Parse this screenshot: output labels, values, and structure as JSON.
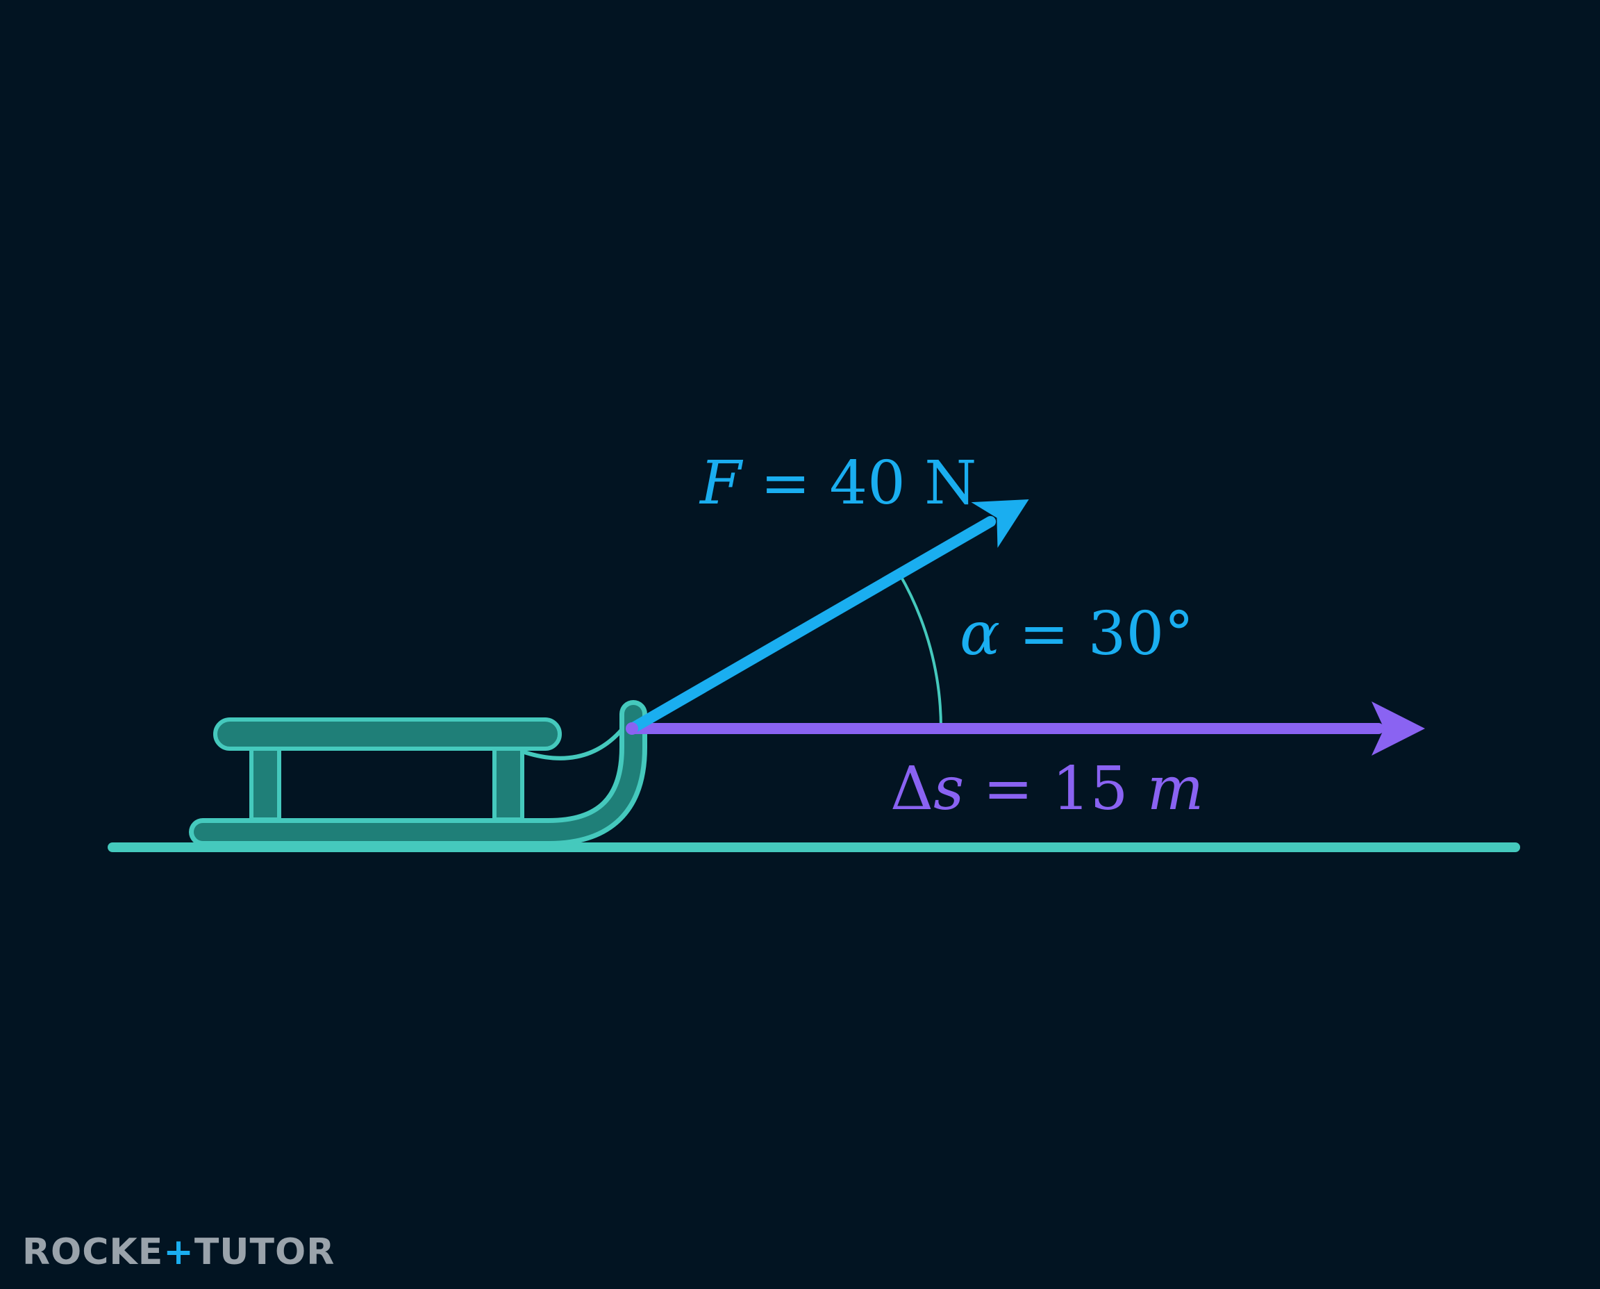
{
  "colors": {
    "background": "#021422",
    "ground": "#45c9bd",
    "sled_fill": "#1f7f78",
    "sled_stroke": "#45c9bd",
    "force": "#1aaef0",
    "displacement": "#8a63f2",
    "angle_arc": "#45c9bd",
    "brand_text": "#9aa3ab",
    "brand_accent": "#1aaef0"
  },
  "labels": {
    "force": {
      "symbol": "F",
      "rest": " = 40 N"
    },
    "angle": {
      "symbol": "α",
      "rest": " = 30°"
    },
    "displacement": {
      "prefix": "Δ",
      "symbol": "s",
      "value": " = 15 ",
      "unit": "m"
    }
  },
  "quantities": {
    "force_newtons": 40,
    "angle_degrees": 30,
    "displacement_meters": 15
  },
  "icons": {
    "sled": "sled-icon",
    "force_arrow": "arrow-icon",
    "displacement_arrow": "arrow-icon"
  },
  "brand": {
    "part1": "ROCKE",
    "cross": "+",
    "part2": "TUTO",
    "end": "R"
  }
}
